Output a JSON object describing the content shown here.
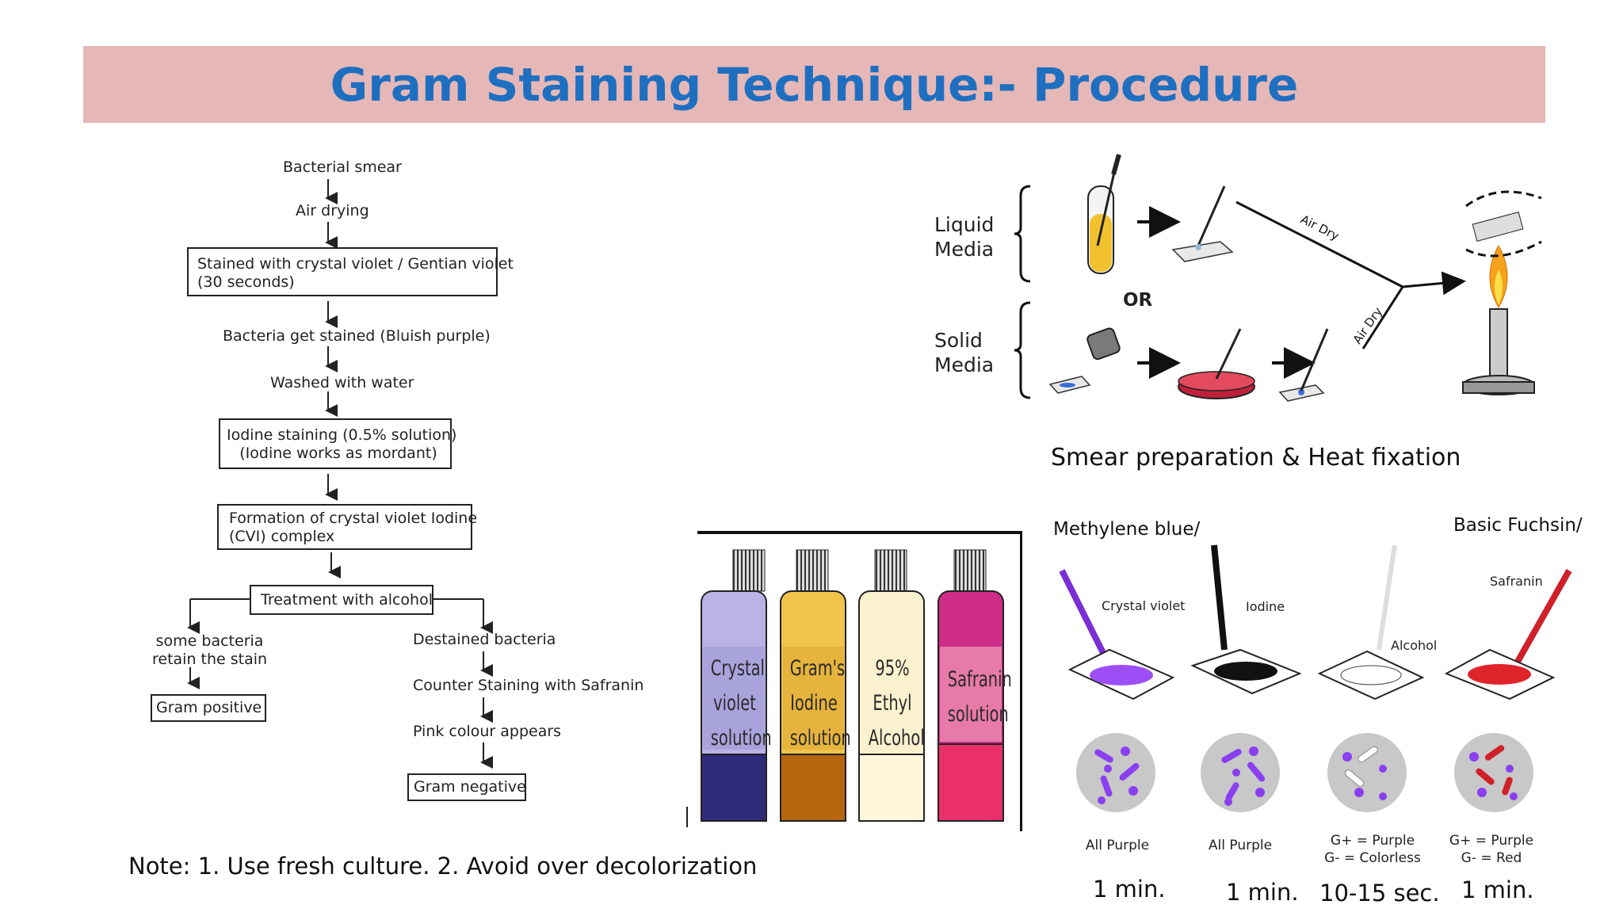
{
  "title": "Gram Staining Technique:- Procedure",
  "flowchart": {
    "steps": [
      "Bacterial smear",
      "Air drying",
      "Stained with crystal violet / Gentian violet\n(30 seconds)",
      "Bacteria get stained (Bluish purple)",
      "Washed with water",
      "Iodine staining (0.5% solution)\n(Iodine works as mordant)",
      "Formation of crystal violet Iodine\n(CVI) complex",
      "Treatment with alcohol"
    ],
    "left_branch": [
      "some bacteria\nretain the stain",
      "Gram positive"
    ],
    "right_branch": [
      "Destained bacteria",
      "Counter Staining with Safranin",
      "Pink colour appears",
      "Gram negative"
    ]
  },
  "note": "Note: 1. Use fresh culture. 2. Avoid over decolorization",
  "bottles": [
    {
      "label": "Crystal\nviolet\nsolution",
      "color": "#b9b3e6"
    },
    {
      "label": "Gram's\nIodine\nsolution",
      "color": "#e8b93c"
    },
    {
      "label": "95%\nEthyl\nAlcohol",
      "color": "#fbf1cf"
    },
    {
      "label": "Safranin\nsolution",
      "color": "#e7569a"
    }
  ],
  "smear": {
    "liquid_label": "Liquid\nMedia",
    "solid_label": "Solid\nMedia",
    "or_label": "OR",
    "air_dry_1": "Air Dry",
    "air_dry_2": "Air Dry",
    "caption": "Smear preparation & Heat fixation"
  },
  "stain_steps": {
    "alt_left": "Methylene blue/",
    "alt_right": "Basic Fuchsin/",
    "dropper_labels": [
      "Crystal violet",
      "Iodine",
      "Alcohol",
      "Safranin"
    ],
    "results": [
      "All Purple",
      "All Purple",
      "G+ = Purple\nG- = Colorless",
      "G+ = Purple\nG- = Red"
    ],
    "times": [
      "1 min.",
      "1 min.",
      "10-15 sec.",
      "1 min."
    ]
  },
  "colors": {
    "title_bg": "#e5b8b7",
    "title_text": "#1f6fc0",
    "crystal_violet": "#8a3ff0",
    "iodine": "#111111",
    "safranin": "#e0242c"
  }
}
